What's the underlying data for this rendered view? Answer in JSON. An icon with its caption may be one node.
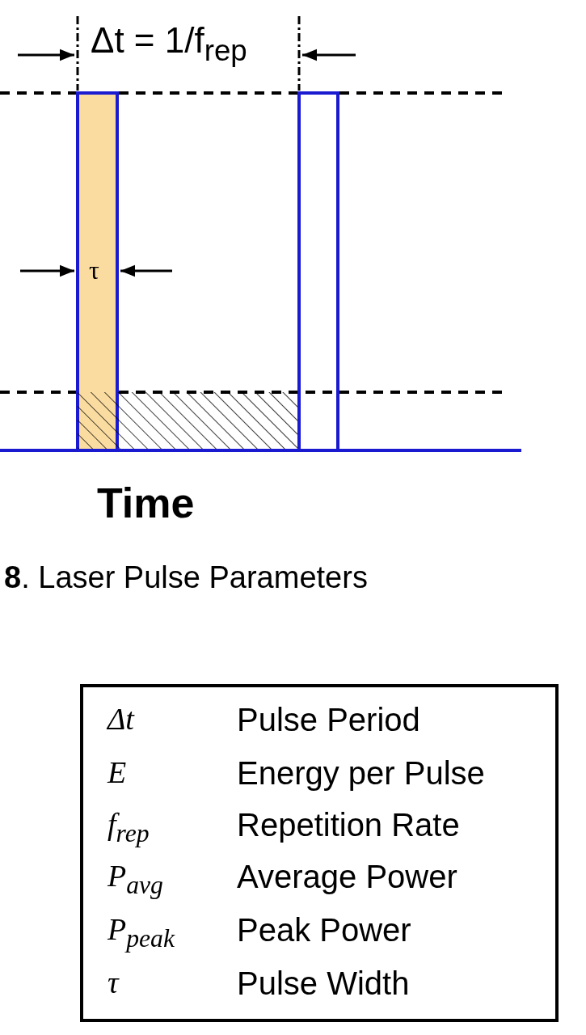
{
  "diagram": {
    "caption": "**8**. Laser Pulse Parameters",
    "labels": [
      "Δt = 1/f$_{rep}$",
      "τ",
      "Time",
      "Δt",
      "Pulse Period",
      "E",
      "Energy per Pulse",
      "f$_{rep}$",
      "Repetition Rate",
      "P$_{avg}$",
      "Average Power",
      "P$_{peak}$",
      "Peak Power",
      "τ",
      "Pulse Width"
    ]
  }
}
